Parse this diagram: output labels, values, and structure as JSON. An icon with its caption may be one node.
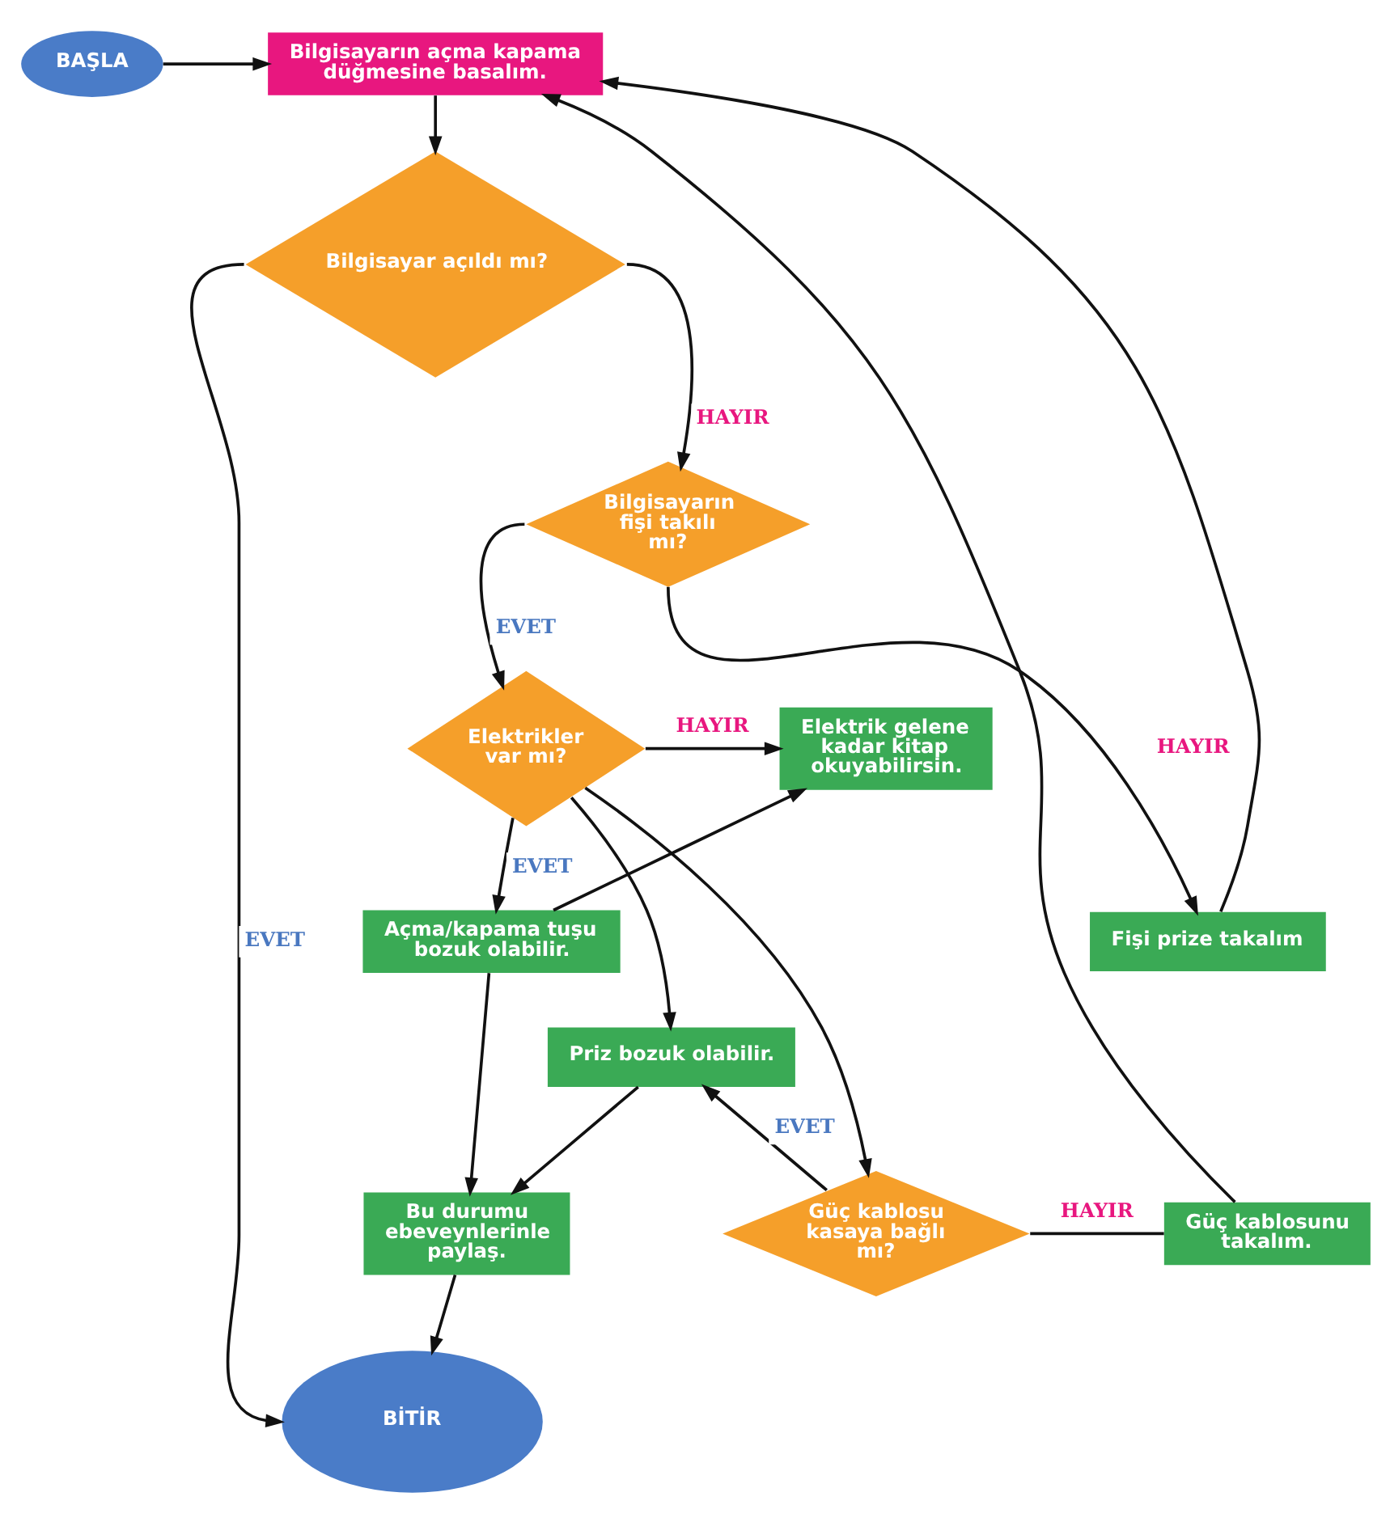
{
  "diagram": {
    "nodes": [
      {
        "text": [
          "BAŞLA"
        ]
      },
      {
        "text": [
          "Bilgisayarın açma kapama düğmesine basalım."
        ]
      },
      {
        "text": [
          "Bilgisayar açıldı mı?"
        ]
      },
      {
        "text": [
          "Bilgisayarın fişi takılı mı?"
        ]
      },
      {
        "text": [
          "Elektrik gelene kadar kitap okuyabilirsin."
        ]
      },
      {
        "text": [
          "Elektrikler var mı?"
        ]
      },
      {
        "text": [
          "Açma/kapama tuşu bozuk olabilir."
        ]
      },
      {
        "text": [
          "Fişi prize takalım"
        ]
      },
      {
        "text": [
          "Priz bozuk olabilir."
        ]
      },
      {
        "text": [
          "Güç kablosu kasaya bağlı mı?"
        ]
      },
      {
        "text": [
          "Güç kablosunu takalım."
        ]
      },
      {
        "text": [
          "Bu durumu ebeveynlerinle paylaş."
        ]
      },
      {
        "text": [
          "BİTİR"
        ]
      }
    ],
    "edges": [
      {
        "from": 0,
        "to": 1,
        "arrow": "to"
      },
      {
        "from": 1,
        "to": 2,
        "arrow": "to"
      },
      {
        "from": 2,
        "to": 3,
        "arrow": "to",
        "label": "HAYIR"
      },
      {
        "from": 2,
        "to": 12,
        "arrow": "to",
        "label": "EVET"
      },
      {
        "from": 3,
        "to": 5,
        "arrow": "to",
        "label": "EVET"
      },
      {
        "from": 3,
        "to": 7,
        "arrow": "to",
        "label": "HAYIR"
      },
      {
        "from": 7,
        "to": 1,
        "arrow": "to"
      },
      {
        "from": 5,
        "to": 4,
        "arrow": "to",
        "label": "HAYIR"
      },
      {
        "from": 5,
        "to": 6,
        "arrow": "to",
        "label": "EVET"
      },
      {
        "from": 5,
        "to": 8,
        "arrow": "to"
      },
      {
        "from": 5,
        "to": 9,
        "arrow": "to"
      },
      {
        "from": 6,
        "to": 4,
        "arrow": "to"
      },
      {
        "from": 6,
        "to": 11,
        "arrow": "to"
      },
      {
        "from": 8,
        "to": 11,
        "arrow": "to"
      },
      {
        "from": 9,
        "to": 8,
        "arrow": "to",
        "label": "EVET"
      },
      {
        "from": 9,
        "to": 10,
        "arrow": "none",
        "label": "HAYIR"
      },
      {
        "from": 10,
        "to": 1,
        "arrow": "to"
      },
      {
        "from": 11,
        "to": 12,
        "arrow": "to"
      }
    ]
  }
}
